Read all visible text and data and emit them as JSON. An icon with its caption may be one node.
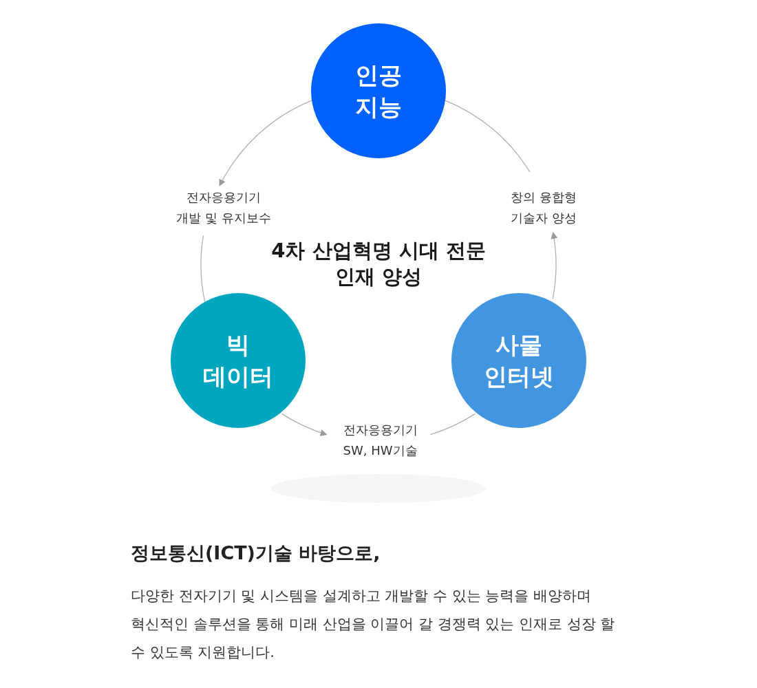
{
  "diagram": {
    "title": "정보통신(ICT)기술 바탕으로,",
    "caption": "다양한 전자기기 및 시스템을 설계하고 개발할 수 있는 능력을 배양하며 혁신적인 솔루션을 통해 미래 산업을 이끌어 갈 경쟁력 있는 인재로 성장 할 수 있도록 지원합니다.",
    "nodes": [
      {
        "text": [
          "인공 지능"
        ]
      },
      {
        "text": [
          "빅 데이터"
        ]
      },
      {
        "text": [
          "사물 인터넷"
        ]
      },
      {
        "text": [
          "전자응용기기 개발 및 유지보수"
        ]
      },
      {
        "text": [
          "창의 융합형 기술자 양성"
        ]
      },
      {
        "text": [
          "전자응용기기 SW, HW기술"
        ]
      }
    ],
    "edges": [
      {
        "from": 0,
        "to": 3,
        "arrow": "to"
      },
      {
        "from": 3,
        "to": 1,
        "arrow": "none"
      },
      {
        "from": 1,
        "to": 5,
        "arrow": "to"
      },
      {
        "from": 5,
        "to": 2,
        "arrow": "none"
      },
      {
        "from": 2,
        "to": 4,
        "arrow": "to"
      },
      {
        "from": 4,
        "to": 0,
        "arrow": "none"
      }
    ],
    "labels": [
      "4차 산업혁명 시대 전문 인재 양성"
    ]
  }
}
